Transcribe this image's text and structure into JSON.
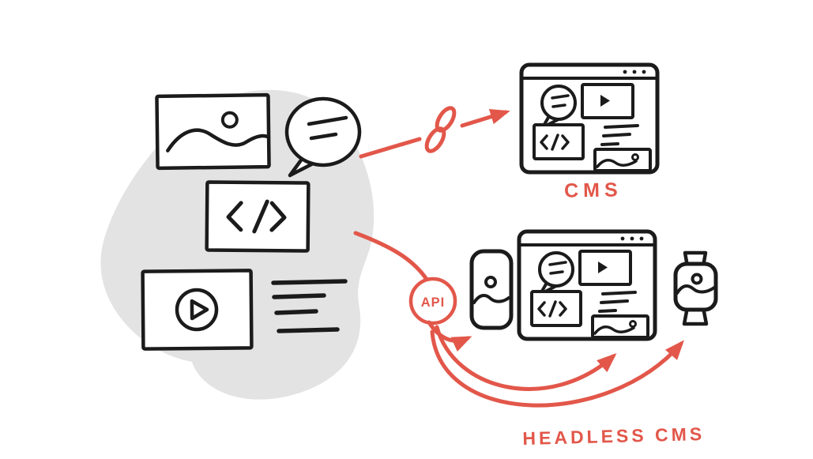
{
  "labels": {
    "cms": "CMS",
    "headless_cms": "HEADLESS CMS",
    "api": "API"
  },
  "colors": {
    "ink": "#1b1b1b",
    "accent": "#e2574a",
    "blob": "#e3e3e3",
    "background": "#ffffff"
  },
  "content_pool": {
    "items": [
      "image-card",
      "speech-bubble",
      "code-card",
      "video-card",
      "text-lines"
    ]
  },
  "cms_flow": {
    "connector_icon": "link-icon",
    "target": "browser-window",
    "label": "CMS"
  },
  "headless_flow": {
    "connector_icon": "api-badge",
    "targets": [
      "phone",
      "browser-window",
      "smartwatch"
    ],
    "label": "HEADLESS CMS"
  }
}
